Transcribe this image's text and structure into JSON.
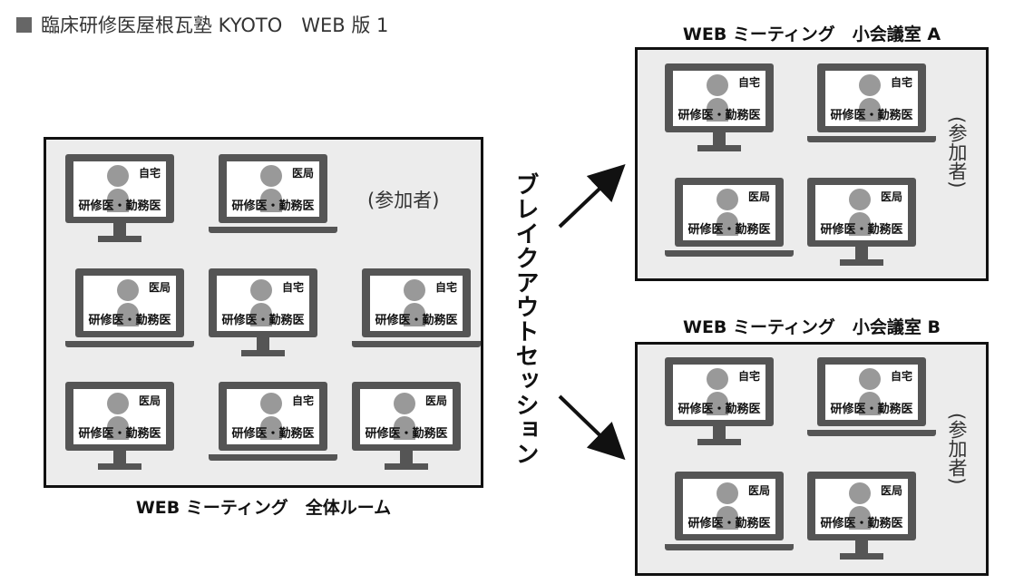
{
  "header": {
    "title": "臨床研修医屋根瓦塾 KYOTO　WEB 版 1"
  },
  "labels": {
    "participant_role": "研修医・勤務医",
    "home": "自宅",
    "hospital": "医局",
    "participants": "(参加者)",
    "breakout": "ブレイクアウトセッション"
  },
  "main_room": {
    "caption": "WEB ミーティング　全体ルーム"
  },
  "room_a": {
    "caption": "WEB ミーティング　小会議室 A"
  },
  "room_b": {
    "caption": "WEB ミーティング　小会議室 B"
  },
  "colors": {
    "device": "#555555",
    "person": "#999999",
    "room_bg": "#ececec",
    "border": "#111111"
  }
}
